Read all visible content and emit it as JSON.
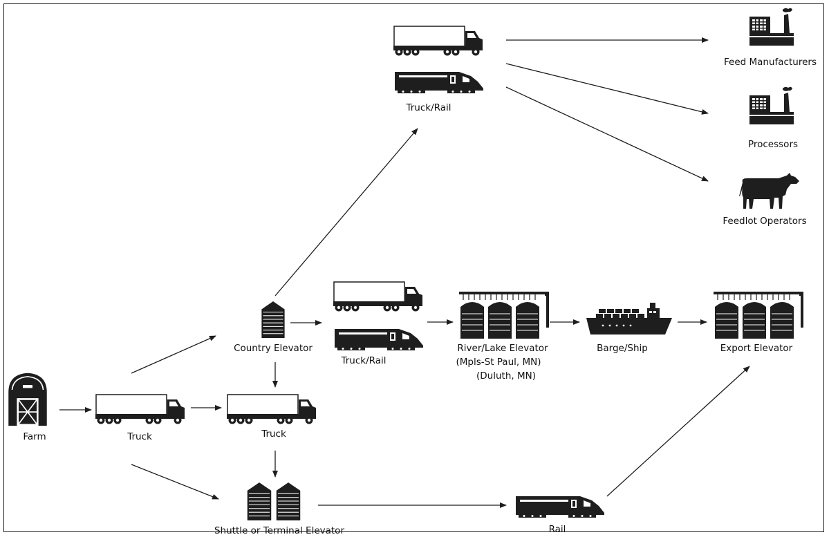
{
  "colors": {
    "ink": "#1e1e1e",
    "background": "#ffffff"
  },
  "nodes": {
    "farm": {
      "label": "Farm",
      "icon": "barn-icon"
    },
    "truck_from_farm": {
      "label": "Truck",
      "icon": "truck-icon"
    },
    "truck_middle": {
      "label": "Truck",
      "icon": "truck-icon"
    },
    "country_elevator": {
      "label": "Country Elevator",
      "icon": "grain-silo-icon"
    },
    "truck_rail_top": {
      "label": "Truck/Rail",
      "icons": [
        "truck-icon",
        "locomotive-icon"
      ]
    },
    "truck_rail_middle": {
      "label": "Truck/Rail",
      "icons": [
        "truck-icon",
        "locomotive-icon"
      ]
    },
    "river_lake_elevator": {
      "label_lines": [
        "River/Lake Elevator",
        "(Mpls-St Paul, MN)",
        "(Duluth, MN)"
      ],
      "icon": "elevator-silos-icon"
    },
    "barge_ship": {
      "label": "Barge/Ship",
      "icon": "cargo-ship-icon"
    },
    "export_elevator": {
      "label": "Export Elevator",
      "icon": "elevator-silos-icon"
    },
    "shuttle_terminal_elevator": {
      "label": "Shuttle or Terminal Elevator",
      "icon": "twin-silo-icon"
    },
    "rail": {
      "label": "Rail",
      "icon": "locomotive-icon"
    },
    "feed_manufacturers": {
      "label": "Feed Manufacturers",
      "icon": "factory-icon"
    },
    "processors": {
      "label": "Processors",
      "icon": "factory-icon"
    },
    "feedlot_operators": {
      "label": "Feedlot Operators",
      "icon": "cow-icon"
    }
  },
  "edges": [
    {
      "from": "farm",
      "to": "truck_from_farm"
    },
    {
      "from": "truck_from_farm",
      "to": "truck_middle"
    },
    {
      "from": "truck_from_farm",
      "to": "country_elevator"
    },
    {
      "from": "truck_from_farm",
      "to": "shuttle_terminal_elevator"
    },
    {
      "from": "country_elevator",
      "to": "truck_middle"
    },
    {
      "from": "truck_middle",
      "to": "shuttle_terminal_elevator"
    },
    {
      "from": "country_elevator",
      "to": "truck_rail_middle"
    },
    {
      "from": "country_elevator",
      "to": "truck_rail_top"
    },
    {
      "from": "truck_rail_middle",
      "to": "river_lake_elevator"
    },
    {
      "from": "river_lake_elevator",
      "to": "barge_ship"
    },
    {
      "from": "barge_ship",
      "to": "export_elevator"
    },
    {
      "from": "shuttle_terminal_elevator",
      "to": "rail"
    },
    {
      "from": "rail",
      "to": "export_elevator"
    },
    {
      "from": "truck_rail_top",
      "to": "feed_manufacturers"
    },
    {
      "from": "truck_rail_top",
      "to": "processors"
    },
    {
      "from": "truck_rail_top",
      "to": "feedlot_operators"
    }
  ]
}
